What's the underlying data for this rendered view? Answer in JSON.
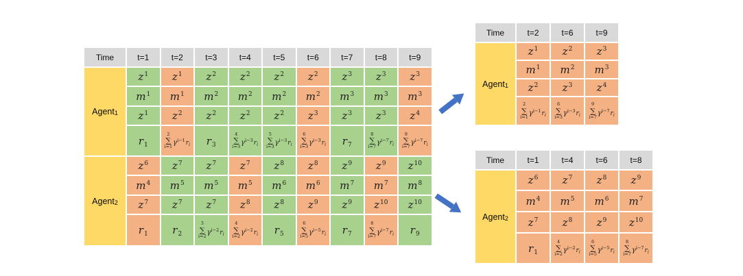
{
  "palette": {
    "green": "#a9d18e",
    "orange": "#f4b183",
    "yellow": "#ffd966",
    "header_gray": "#d9d9d9",
    "arrow_blue": "#4472c4",
    "math_text": "#1f1f1f"
  },
  "left_table": {
    "corner": "Time",
    "headers": [
      "t=1",
      "t=2",
      "t=3",
      "t=4",
      "t=5",
      "t=6",
      "t=7",
      "t=8",
      "t=9"
    ],
    "groups": [
      {
        "label": "Agent",
        "sub": "1",
        "rows": [
          [
            {
              "k": "v",
              "b": "z",
              "p": "1",
              "c": "g"
            },
            {
              "k": "v",
              "b": "z",
              "p": "1",
              "c": "o"
            },
            {
              "k": "v",
              "b": "z",
              "p": "2",
              "c": "g"
            },
            {
              "k": "v",
              "b": "z",
              "p": "2",
              "c": "g"
            },
            {
              "k": "v",
              "b": "z",
              "p": "2",
              "c": "g"
            },
            {
              "k": "v",
              "b": "z",
              "p": "2",
              "c": "o"
            },
            {
              "k": "v",
              "b": "z",
              "p": "3",
              "c": "g"
            },
            {
              "k": "v",
              "b": "z",
              "p": "3",
              "c": "g"
            },
            {
              "k": "v",
              "b": "z",
              "p": "3",
              "c": "o"
            }
          ],
          [
            {
              "k": "v",
              "b": "m",
              "p": "1",
              "c": "g"
            },
            {
              "k": "v",
              "b": "m",
              "p": "1",
              "c": "o"
            },
            {
              "k": "v",
              "b": "m",
              "p": "2",
              "c": "g"
            },
            {
              "k": "v",
              "b": "m",
              "p": "2",
              "c": "g"
            },
            {
              "k": "v",
              "b": "m",
              "p": "2",
              "c": "g"
            },
            {
              "k": "v",
              "b": "m",
              "p": "2",
              "c": "o"
            },
            {
              "k": "v",
              "b": "m",
              "p": "3",
              "c": "g"
            },
            {
              "k": "v",
              "b": "m",
              "p": "3",
              "c": "g"
            },
            {
              "k": "v",
              "b": "m",
              "p": "3",
              "c": "o"
            }
          ],
          [
            {
              "k": "v",
              "b": "z",
              "p": "1",
              "c": "g"
            },
            {
              "k": "v",
              "b": "z",
              "p": "2",
              "c": "o"
            },
            {
              "k": "v",
              "b": "z",
              "p": "2",
              "c": "g"
            },
            {
              "k": "v",
              "b": "z",
              "p": "2",
              "c": "g"
            },
            {
              "k": "v",
              "b": "z",
              "p": "2",
              "c": "g"
            },
            {
              "k": "v",
              "b": "z",
              "p": "3",
              "c": "o"
            },
            {
              "k": "v",
              "b": "z",
              "p": "3",
              "c": "g"
            },
            {
              "k": "v",
              "b": "z",
              "p": "3",
              "c": "g"
            },
            {
              "k": "v",
              "b": "z",
              "p": "4",
              "c": "o"
            }
          ],
          [
            {
              "k": "v",
              "b": "r",
              "s": "1",
              "c": "g"
            },
            {
              "k": "s",
              "u": "2",
              "l": "i=1",
              "e": "i−1",
              "c": "o"
            },
            {
              "k": "v",
              "b": "r",
              "s": "3",
              "c": "g"
            },
            {
              "k": "s",
              "u": "4",
              "l": "i=3",
              "e": "i−3",
              "c": "g"
            },
            {
              "k": "s",
              "u": "5",
              "l": "i=3",
              "e": "i−3",
              "c": "g"
            },
            {
              "k": "s",
              "u": "6",
              "l": "i=3",
              "e": "i−3",
              "c": "o"
            },
            {
              "k": "v",
              "b": "r",
              "s": "7",
              "c": "g"
            },
            {
              "k": "s",
              "u": "8",
              "l": "i=7",
              "e": "i−7",
              "c": "g"
            },
            {
              "k": "s",
              "u": "9",
              "l": "i=7",
              "e": "i−7",
              "c": "o"
            }
          ]
        ]
      },
      {
        "label": "Agent",
        "sub": "2",
        "rows": [
          [
            {
              "k": "v",
              "b": "z",
              "p": "6",
              "c": "o"
            },
            {
              "k": "v",
              "b": "z",
              "p": "7",
              "c": "g"
            },
            {
              "k": "v",
              "b": "z",
              "p": "7",
              "c": "g"
            },
            {
              "k": "v",
              "b": "z",
              "p": "7",
              "c": "o"
            },
            {
              "k": "v",
              "b": "z",
              "p": "8",
              "c": "g"
            },
            {
              "k": "v",
              "b": "z",
              "p": "8",
              "c": "o"
            },
            {
              "k": "v",
              "b": "z",
              "p": "9",
              "c": "g"
            },
            {
              "k": "v",
              "b": "z",
              "p": "9",
              "c": "o"
            },
            {
              "k": "v",
              "b": "z",
              "p": "10",
              "c": "g"
            }
          ],
          [
            {
              "k": "v",
              "b": "m",
              "p": "4",
              "c": "o"
            },
            {
              "k": "v",
              "b": "m",
              "p": "5",
              "c": "g"
            },
            {
              "k": "v",
              "b": "m",
              "p": "5",
              "c": "g"
            },
            {
              "k": "v",
              "b": "m",
              "p": "5",
              "c": "o"
            },
            {
              "k": "v",
              "b": "m",
              "p": "6",
              "c": "g"
            },
            {
              "k": "v",
              "b": "m",
              "p": "6",
              "c": "o"
            },
            {
              "k": "v",
              "b": "m",
              "p": "7",
              "c": "g"
            },
            {
              "k": "v",
              "b": "m",
              "p": "7",
              "c": "o"
            },
            {
              "k": "v",
              "b": "m",
              "p": "8",
              "c": "g"
            }
          ],
          [
            {
              "k": "v",
              "b": "z",
              "p": "7",
              "c": "o"
            },
            {
              "k": "v",
              "b": "z",
              "p": "7",
              "c": "g"
            },
            {
              "k": "v",
              "b": "z",
              "p": "7",
              "c": "g"
            },
            {
              "k": "v",
              "b": "z",
              "p": "8",
              "c": "o"
            },
            {
              "k": "v",
              "b": "z",
              "p": "8",
              "c": "g"
            },
            {
              "k": "v",
              "b": "z",
              "p": "9",
              "c": "o"
            },
            {
              "k": "v",
              "b": "z",
              "p": "9",
              "c": "g"
            },
            {
              "k": "v",
              "b": "z",
              "p": "10",
              "c": "o"
            },
            {
              "k": "v",
              "b": "z",
              "p": "10",
              "c": "g"
            }
          ],
          [
            {
              "k": "v",
              "b": "r",
              "s": "1",
              "c": "o"
            },
            {
              "k": "v",
              "b": "r",
              "s": "2",
              "c": "g"
            },
            {
              "k": "s",
              "u": "3",
              "l": "i=2",
              "e": "i−2",
              "c": "g"
            },
            {
              "k": "s",
              "u": "4",
              "l": "i=2",
              "e": "i−2",
              "c": "o"
            },
            {
              "k": "v",
              "b": "r",
              "s": "5",
              "c": "g"
            },
            {
              "k": "s",
              "u": "6",
              "l": "i=5",
              "e": "i−5",
              "c": "o"
            },
            {
              "k": "v",
              "b": "r",
              "s": "7",
              "c": "g"
            },
            {
              "k": "s",
              "u": "8",
              "l": "i=7",
              "e": "i−7",
              "c": "o"
            },
            {
              "k": "v",
              "b": "r",
              "s": "9",
              "c": "g"
            }
          ]
        ]
      }
    ]
  },
  "right_tables": [
    {
      "corner": "Time",
      "headers": [
        "t=2",
        "t=6",
        "t=9"
      ],
      "groups": [
        {
          "label": "Agent",
          "sub": "1",
          "rows": [
            [
              {
                "k": "v",
                "b": "z",
                "p": "1",
                "c": "o"
              },
              {
                "k": "v",
                "b": "z",
                "p": "2",
                "c": "o"
              },
              {
                "k": "v",
                "b": "z",
                "p": "3",
                "c": "o"
              }
            ],
            [
              {
                "k": "v",
                "b": "m",
                "p": "1",
                "c": "o"
              },
              {
                "k": "v",
                "b": "m",
                "p": "2",
                "c": "o"
              },
              {
                "k": "v",
                "b": "m",
                "p": "3",
                "c": "o"
              }
            ],
            [
              {
                "k": "v",
                "b": "z",
                "p": "2",
                "c": "o"
              },
              {
                "k": "v",
                "b": "z",
                "p": "3",
                "c": "o"
              },
              {
                "k": "v",
                "b": "z",
                "p": "4",
                "c": "o"
              }
            ],
            [
              {
                "k": "s",
                "u": "2",
                "l": "i=1",
                "e": "i−1",
                "c": "o"
              },
              {
                "k": "s",
                "u": "6",
                "l": "i=3",
                "e": "i−3",
                "c": "o"
              },
              {
                "k": "s",
                "u": "9",
                "l": "i=7",
                "e": "i−7",
                "c": "o"
              }
            ]
          ]
        }
      ]
    },
    {
      "corner": "Time",
      "headers": [
        "t=1",
        "t=4",
        "t=6",
        "t=8"
      ],
      "groups": [
        {
          "label": "Agent",
          "sub": "2",
          "rows": [
            [
              {
                "k": "v",
                "b": "z",
                "p": "6",
                "c": "o"
              },
              {
                "k": "v",
                "b": "z",
                "p": "7",
                "c": "o"
              },
              {
                "k": "v",
                "b": "z",
                "p": "8",
                "c": "o"
              },
              {
                "k": "v",
                "b": "z",
                "p": "9",
                "c": "o"
              }
            ],
            [
              {
                "k": "v",
                "b": "m",
                "p": "4",
                "c": "o"
              },
              {
                "k": "v",
                "b": "m",
                "p": "5",
                "c": "o"
              },
              {
                "k": "v",
                "b": "m",
                "p": "6",
                "c": "o"
              },
              {
                "k": "v",
                "b": "m",
                "p": "7",
                "c": "o"
              }
            ],
            [
              {
                "k": "v",
                "b": "z",
                "p": "7",
                "c": "o"
              },
              {
                "k": "v",
                "b": "z",
                "p": "8",
                "c": "o"
              },
              {
                "k": "v",
                "b": "z",
                "p": "9",
                "c": "o"
              },
              {
                "k": "v",
                "b": "z",
                "p": "10",
                "c": "o"
              }
            ],
            [
              {
                "k": "v",
                "b": "r",
                "s": "1",
                "c": "o"
              },
              {
                "k": "s",
                "u": "4",
                "l": "i=2",
                "e": "i−2",
                "c": "o"
              },
              {
                "k": "s",
                "u": "6",
                "l": "i=5",
                "e": "i−5",
                "c": "o"
              },
              {
                "k": "s",
                "u": "8",
                "l": "i=7",
                "e": "i−7",
                "c": "o"
              }
            ]
          ]
        }
      ]
    }
  ],
  "arrows": [
    {
      "icon": "arrow-up-right",
      "color": "#4472c4"
    },
    {
      "icon": "arrow-down-right",
      "color": "#4472c4"
    }
  ]
}
